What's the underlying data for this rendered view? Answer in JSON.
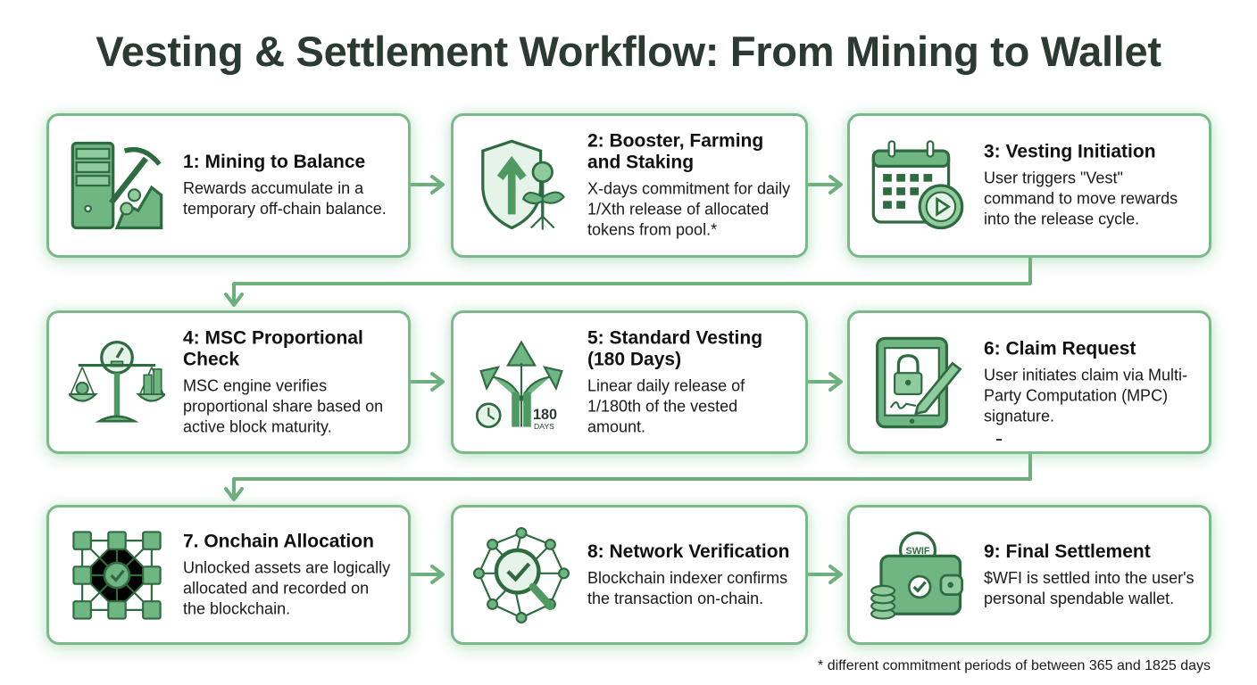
{
  "title": "Vesting & Settlement Workflow: From Mining to Wallet",
  "colors": {
    "accent": "#5aa56c",
    "border": "#7cb98a",
    "title": "#2b3a33"
  },
  "steps": [
    {
      "title": "1: Mining to Balance",
      "description": "Rewards accumulate in a temporary off-chain balance.",
      "icon": "mining-server-pickaxe-icon"
    },
    {
      "title": "2: Booster, Farming and Staking",
      "description": "X-days commitment for daily 1/Xth release of allocated tokens from pool.*",
      "icon": "shield-growth-plant-icon"
    },
    {
      "title": "3: Vesting Initiation",
      "description": "User triggers \"Vest\" command to move rewards into the release cycle.",
      "icon": "calendar-play-icon"
    },
    {
      "title": "4: MSC Proportional Check",
      "description": "MSC engine verifies proportional share based on active block maturity.",
      "icon": "balance-scale-gauge-icon"
    },
    {
      "title": "5: Standard Vesting (180 Days)",
      "description": "Linear daily release of 1/180th of the vested amount.",
      "icon": "split-arrows-clock-icon",
      "icon_label_number": "180",
      "icon_label_unit": "DAYS"
    },
    {
      "title": "6: Claim Request",
      "description": "User initiates claim via Multi-Party Computation (MPC) signature.",
      "icon": "tablet-lock-signature-icon"
    },
    {
      "title": "7. Onchain Allocation",
      "description": "Unlocked assets are logically allocated and recorded on the blockchain.",
      "icon": "blockchain-grid-check-icon"
    },
    {
      "title": "8: Network Verification",
      "description": "Blockchain indexer confirms the transaction on-chain.",
      "icon": "network-magnifier-check-icon"
    },
    {
      "title": "9: Final Settlement",
      "description": "$WFI is settled into the user's personal spendable wallet.",
      "icon": "wallet-coins-check-icon",
      "icon_label": "SWIF"
    }
  ],
  "footnote": "* different commitment periods of between 365 and 1825 days"
}
